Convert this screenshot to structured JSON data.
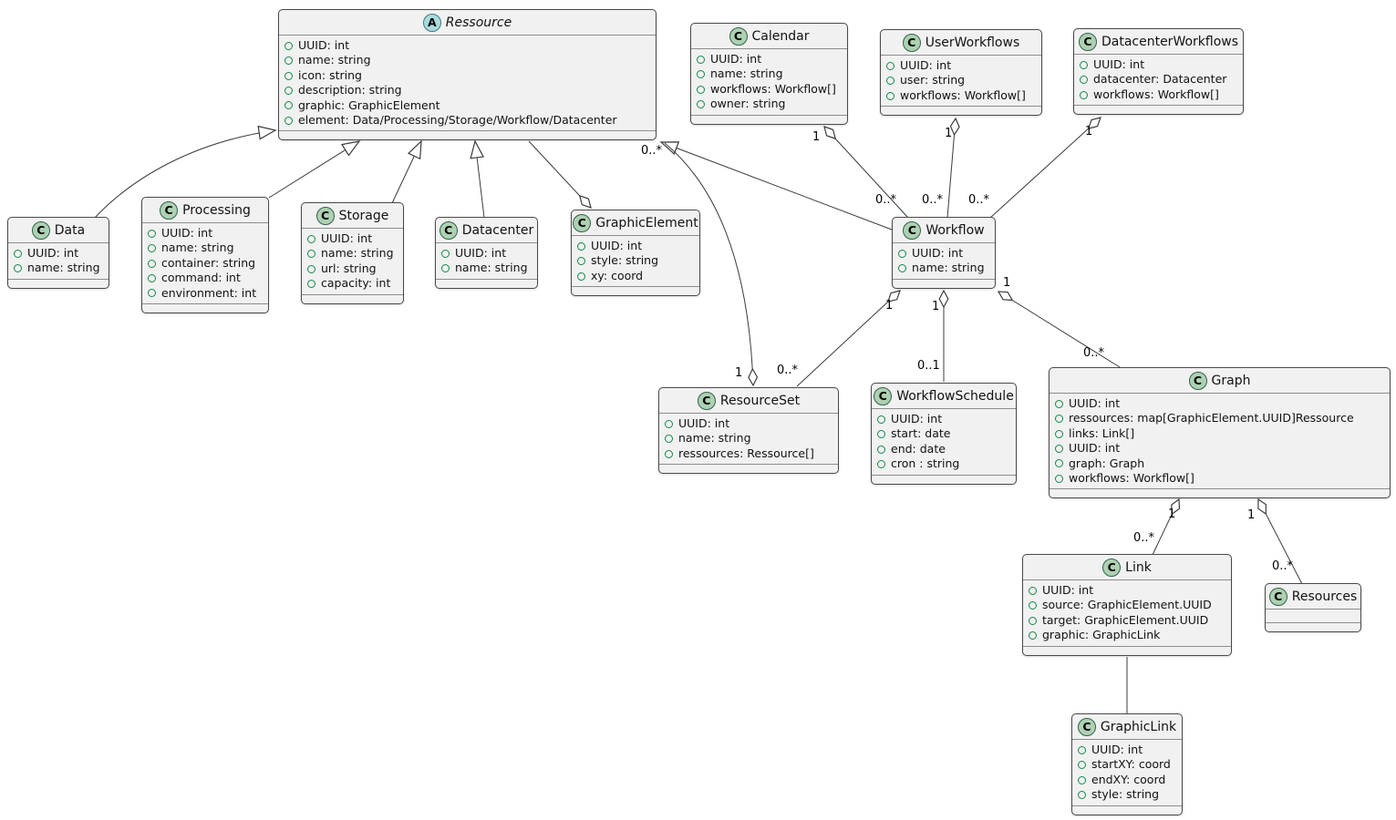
{
  "diagram": {
    "classes": {
      "ressource": {
        "name": "Ressource",
        "stereotype": "A",
        "abstract": true,
        "attributes": [
          "UUID: int",
          "name: string",
          "icon: string",
          "description: string",
          "graphic: GraphicElement",
          "element: Data/Processing/Storage/Workflow/Datacenter"
        ]
      },
      "data": {
        "name": "Data",
        "stereotype": "C",
        "attributes": [
          "UUID: int",
          "name: string"
        ]
      },
      "processing": {
        "name": "Processing",
        "stereotype": "C",
        "attributes": [
          "UUID: int",
          "name: string",
          "container: string",
          "command: int",
          "environment: int"
        ]
      },
      "storage": {
        "name": "Storage",
        "stereotype": "C",
        "attributes": [
          "UUID: int",
          "name: string",
          "url: string",
          "capacity: int"
        ]
      },
      "datacenter": {
        "name": "Datacenter",
        "stereotype": "C",
        "attributes": [
          "UUID: int",
          "name: string"
        ]
      },
      "graphic_element": {
        "name": "GraphicElement",
        "stereotype": "C",
        "attributes": [
          "UUID: int",
          "style: string",
          "xy: coord"
        ]
      },
      "calendar": {
        "name": "Calendar",
        "stereotype": "C",
        "attributes": [
          "UUID: int",
          "name: string",
          "workflows: Workflow[]",
          "owner: string"
        ]
      },
      "user_workflows": {
        "name": "UserWorkflows",
        "stereotype": "C",
        "attributes": [
          "UUID: int",
          "user: string",
          "workflows: Workflow[]"
        ]
      },
      "datacenter_workflows": {
        "name": "DatacenterWorkflows",
        "stereotype": "C",
        "attributes": [
          "UUID: int",
          "datacenter: Datacenter",
          "workflows: Workflow[]"
        ]
      },
      "workflow": {
        "name": "Workflow",
        "stereotype": "C",
        "attributes": [
          "UUID: int",
          "name: string"
        ]
      },
      "resource_set": {
        "name": "ResourceSet",
        "stereotype": "C",
        "attributes": [
          "UUID: int",
          "name: string",
          "ressources: Ressource[]"
        ]
      },
      "workflow_schedule": {
        "name": "WorkflowSchedule",
        "stereotype": "C",
        "attributes": [
          "UUID: int",
          "start: date",
          "end: date",
          "cron : string"
        ]
      },
      "graph": {
        "name": "Graph",
        "stereotype": "C",
        "attributes": [
          "UUID: int",
          "ressources: map[GraphicElement.UUID]Ressource",
          "links: Link[]",
          "UUID: int",
          "graph: Graph",
          "workflows: Workflow[]"
        ]
      },
      "link": {
        "name": "Link",
        "stereotype": "C",
        "attributes": [
          "UUID: int",
          "source: GraphicElement.UUID",
          "target: GraphicElement.UUID",
          "graphic: GraphicLink"
        ]
      },
      "resources": {
        "name": "Resources",
        "stereotype": "C",
        "attributes": []
      },
      "graphic_link": {
        "name": "GraphicLink",
        "stereotype": "C",
        "attributes": [
          "UUID: int",
          "startXY: coord",
          "endXY: coord",
          "style: string"
        ]
      }
    },
    "edges": {
      "data_extends_ressource": {
        "type": "generalization",
        "from": "Data",
        "to": "Ressource"
      },
      "processing_extends_ressource": {
        "type": "generalization",
        "from": "Processing",
        "to": "Ressource"
      },
      "storage_extends_ressource": {
        "type": "generalization",
        "from": "Storage",
        "to": "Ressource"
      },
      "datacenter_extends_ressource": {
        "type": "generalization",
        "from": "Datacenter",
        "to": "Ressource"
      },
      "workflow_extends_ressource": {
        "type": "generalization",
        "from": "Workflow",
        "to": "Ressource"
      },
      "graphicelement_aggregates_ressource": {
        "type": "aggregation",
        "aggregate": "GraphicElement",
        "part": "Ressource",
        "labels": {}
      },
      "resourceset_aggregates_ressource": {
        "type": "aggregation",
        "aggregate": "ResourceSet",
        "part": "Ressource",
        "labels": {
          "aggregate_end": "1",
          "part_end": "0..*"
        }
      },
      "calendar_aggregates_workflow": {
        "type": "aggregation",
        "aggregate": "Calendar",
        "part": "Workflow",
        "labels": {
          "aggregate_end": "1",
          "part_end": "0..*"
        }
      },
      "userworkflows_aggregates_workflow": {
        "type": "aggregation",
        "aggregate": "UserWorkflows",
        "part": "Workflow",
        "labels": {
          "aggregate_end": "1",
          "part_end": "0..*"
        }
      },
      "datacenterworkflows_aggregates_workflow": {
        "type": "aggregation",
        "aggregate": "DatacenterWorkflows",
        "part": "Workflow",
        "labels": {
          "aggregate_end": "1",
          "part_end": "0..*"
        }
      },
      "workflow_aggregates_resourceset": {
        "type": "aggregation",
        "aggregate": "Workflow",
        "part": "ResourceSet",
        "labels": {
          "aggregate_end": "1",
          "part_end": "0..*"
        }
      },
      "workflow_aggregates_workflowschedule": {
        "type": "aggregation",
        "aggregate": "Workflow",
        "part": "WorkflowSchedule",
        "labels": {
          "aggregate_end": "1",
          "part_end": "0..1"
        }
      },
      "workflow_aggregates_graph": {
        "type": "aggregation",
        "aggregate": "Workflow",
        "part": "Graph",
        "labels": {
          "aggregate_end": "1",
          "part_end": "0..*"
        }
      },
      "graph_aggregates_link": {
        "type": "aggregation",
        "aggregate": "Graph",
        "part": "Link",
        "labels": {
          "aggregate_end": "1",
          "part_end": "0..*"
        }
      },
      "graph_aggregates_resources": {
        "type": "aggregation",
        "aggregate": "Graph",
        "part": "Resources",
        "labels": {
          "aggregate_end": "1",
          "part_end": "0..*"
        }
      },
      "link_to_graphiclink": {
        "type": "association",
        "from": "Link",
        "to": "GraphicLink"
      }
    }
  }
}
